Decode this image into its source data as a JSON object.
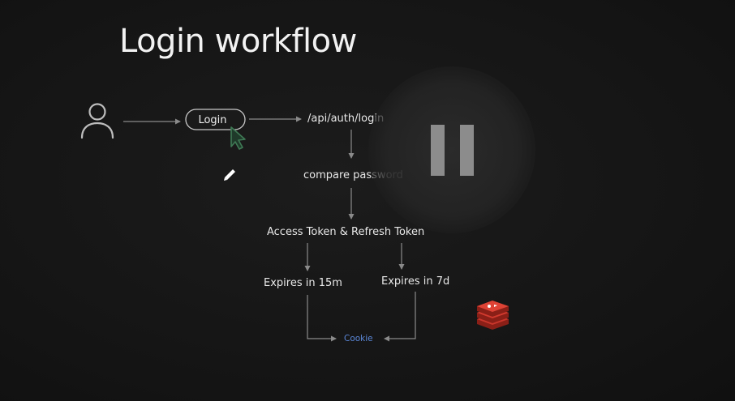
{
  "slide": {
    "title": "Login workflow"
  },
  "nodes": {
    "login_button": "Login",
    "endpoint": "/api/auth/login",
    "compare": "compare password",
    "tokens": "Access Token & Refresh Token",
    "access_expiry": "Expires in 15m",
    "refresh_expiry": "Expires in 7d",
    "cookie": "Cookie"
  },
  "icons": {
    "user": "user-icon",
    "cursor": "cursor-arrow-icon",
    "pencil": "pencil-icon",
    "database": "redis-database-icon",
    "pause": "pause-icon"
  },
  "colors": {
    "background": "#141414",
    "text": "#e8e8e8",
    "connector": "#8a8a8a",
    "cursor": "#3f7a55",
    "cookie_text": "#5a86d6",
    "redis_red": "#d23a2e",
    "pause_circle": "#2a2a2a",
    "pause_bars": "#8c8c8c"
  }
}
